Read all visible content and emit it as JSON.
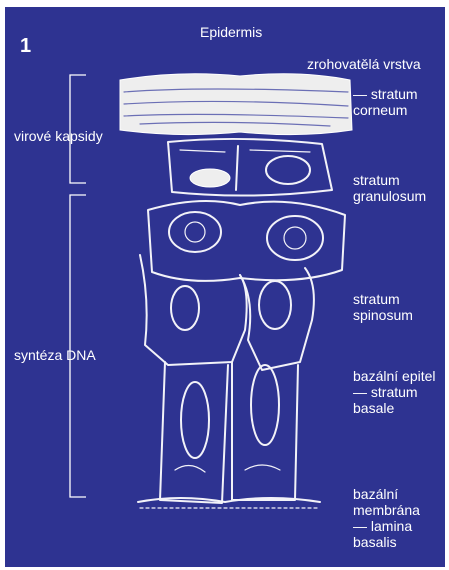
{
  "figure": {
    "number": "1",
    "title": "Epidermis"
  },
  "labels": {
    "horny_layer": "zrohovatělá vrstva",
    "stratum_corneum": "— stratum\ncorneum",
    "viral_capsids": "virové kapsidy",
    "stratum_granulosum": "stratum\ngranulosum",
    "stratum_spinosum": "stratum\nspinosum",
    "dna_synthesis": "syntéza DNA",
    "stratum_basale": "bazální epitel\n— stratum\nbasale",
    "lamina_basalis": "bazální\nmembrána\n— lamina\nbasalis"
  },
  "colors": {
    "background": "#2e3391",
    "drawing": "#ffffff"
  }
}
